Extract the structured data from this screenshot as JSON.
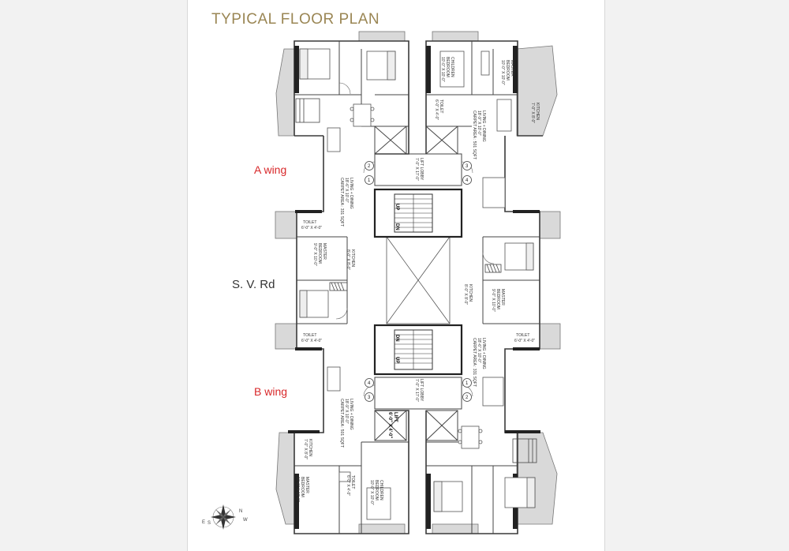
{
  "title": "TYPICAL FLOOR PLAN",
  "labels": {
    "a_wing": "A wing",
    "b_wing": "B wing",
    "road": "S. V. Rd"
  },
  "rooms": {
    "master_bedroom_a": [
      "MASTER",
      "BEDROOM",
      "10'-0\" X 10'-0\""
    ],
    "children_bedroom_a": [
      "CHILDREN",
      "BEDROOM",
      "10'-0\" X 10'-0\""
    ],
    "kitchen_a": [
      "KITCHEN",
      "7'-0\" X 8'-0\""
    ],
    "living_a": [
      "LIVING + DINING",
      "18'-9\" X 10'-0\"",
      "CARPET AREA : 501 SQFT"
    ],
    "toilet_a": [
      "TOILET",
      "6'-0\" X 4'-0\""
    ],
    "lift_lobby_a": [
      "LIFT LOBBY",
      "7'-0\" X 17'-0\""
    ],
    "living_1bhk_a": [
      "LIVING + DINING",
      "18'-6\" X 10'-0\"",
      "CARPET AREA : 331 SQFT"
    ],
    "master_bedroom_1bhk_a": [
      "MASTER",
      "BEDROOM",
      "9'-0\" X 10'-0\""
    ],
    "kitchen_1bhk_a": [
      "KITCHEN",
      "8'-0\" X 8'-0\""
    ],
    "toilet_1bhk": [
      "TOILET",
      "6'-0\" X 4'-0\""
    ],
    "living_1bhk_b": [
      "LIVING + DINING",
      "18'-6\" X 10'-0\"",
      "CARPET AREA : 331 SQFT"
    ],
    "master_bedroom_1bhk_b": [
      "MASTER",
      "BEDROOM",
      "9'-0\" X 10'-0\""
    ],
    "kitchen_1bhk_b": [
      "KITCHEN",
      "8'-0\" X 8'-0\""
    ],
    "lift_lobby_b": [
      "LIFT LOBBY",
      "7'-0\" X 17'-0\""
    ],
    "lift_b": [
      "LIFT",
      "6'-0\" X 4'-0\""
    ],
    "living_b": [
      "LIVING + DINING",
      "18'-9\" X 10'-0\"",
      "CARPET AREA : 501 SQFT"
    ],
    "kitchen_b": [
      "KITCHEN",
      "7'-0\" X 8'-0\""
    ],
    "master_bedroom_b": [
      "MASTER",
      "BEDROOM",
      "10'-0\" X 10'-0\""
    ],
    "children_bedroom_b": [
      "CHILDREN",
      "BEDROOM",
      "10'-0\" X 10'-0\""
    ]
  },
  "stairs": {
    "up": "UP",
    "down": "DN"
  },
  "flat_numbers": [
    "1",
    "2",
    "3",
    "4"
  ],
  "compass": {
    "n": "N",
    "e": "E",
    "s": "S",
    "w": "W"
  },
  "colors": {
    "title": "#9a8654",
    "wing_label": "#d8282a",
    "wall": "#3a3a3a",
    "balcony": "#d9d9d9"
  }
}
